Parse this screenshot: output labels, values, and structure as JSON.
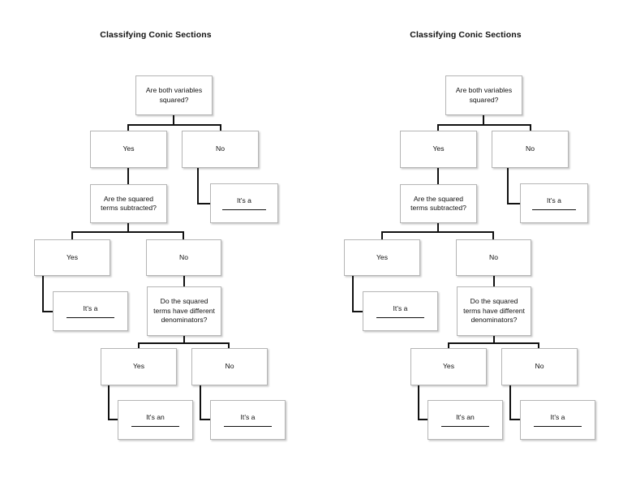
{
  "page": {
    "background": "#ffffff",
    "line_color": "#111111",
    "box_border_color": "#b5b5b5"
  },
  "charts": [
    {
      "title": "Classifying Conic Sections",
      "nodes": {
        "root": "Are both variables squared?",
        "root_yes": "Yes",
        "root_no": "No",
        "no_answer_lead": "It's a",
        "no_answer_blank": "",
        "subtracted": "Are the squared terms subtracted?",
        "sub_yes": "Yes",
        "sub_no": "No",
        "sub_yes_answer_lead": "It's a",
        "sub_yes_answer_blank": "",
        "denominators": "Do the squared terms have different denominators?",
        "den_yes": "Yes",
        "den_no": "No",
        "den_yes_answer_lead": "It's an",
        "den_yes_answer_blank": "",
        "den_no_answer_lead": "It's a",
        "den_no_answer_blank": ""
      }
    },
    {
      "title": "Classifying Conic Sections",
      "nodes": {
        "root": "Are both variables squared?",
        "root_yes": "Yes",
        "root_no": "No",
        "no_answer_lead": "It's a",
        "no_answer_blank": "",
        "subtracted": "Are the squared terms subtracted?",
        "sub_yes": "Yes",
        "sub_no": "No",
        "sub_yes_answer_lead": "It's a",
        "sub_yes_answer_blank": "",
        "denominators": "Do the squared terms have different denominators?",
        "den_yes": "Yes",
        "den_no": "No",
        "den_yes_answer_lead": "It's an",
        "den_yes_answer_blank": "",
        "den_no_answer_lead": "It's a",
        "den_no_answer_blank": ""
      }
    }
  ]
}
